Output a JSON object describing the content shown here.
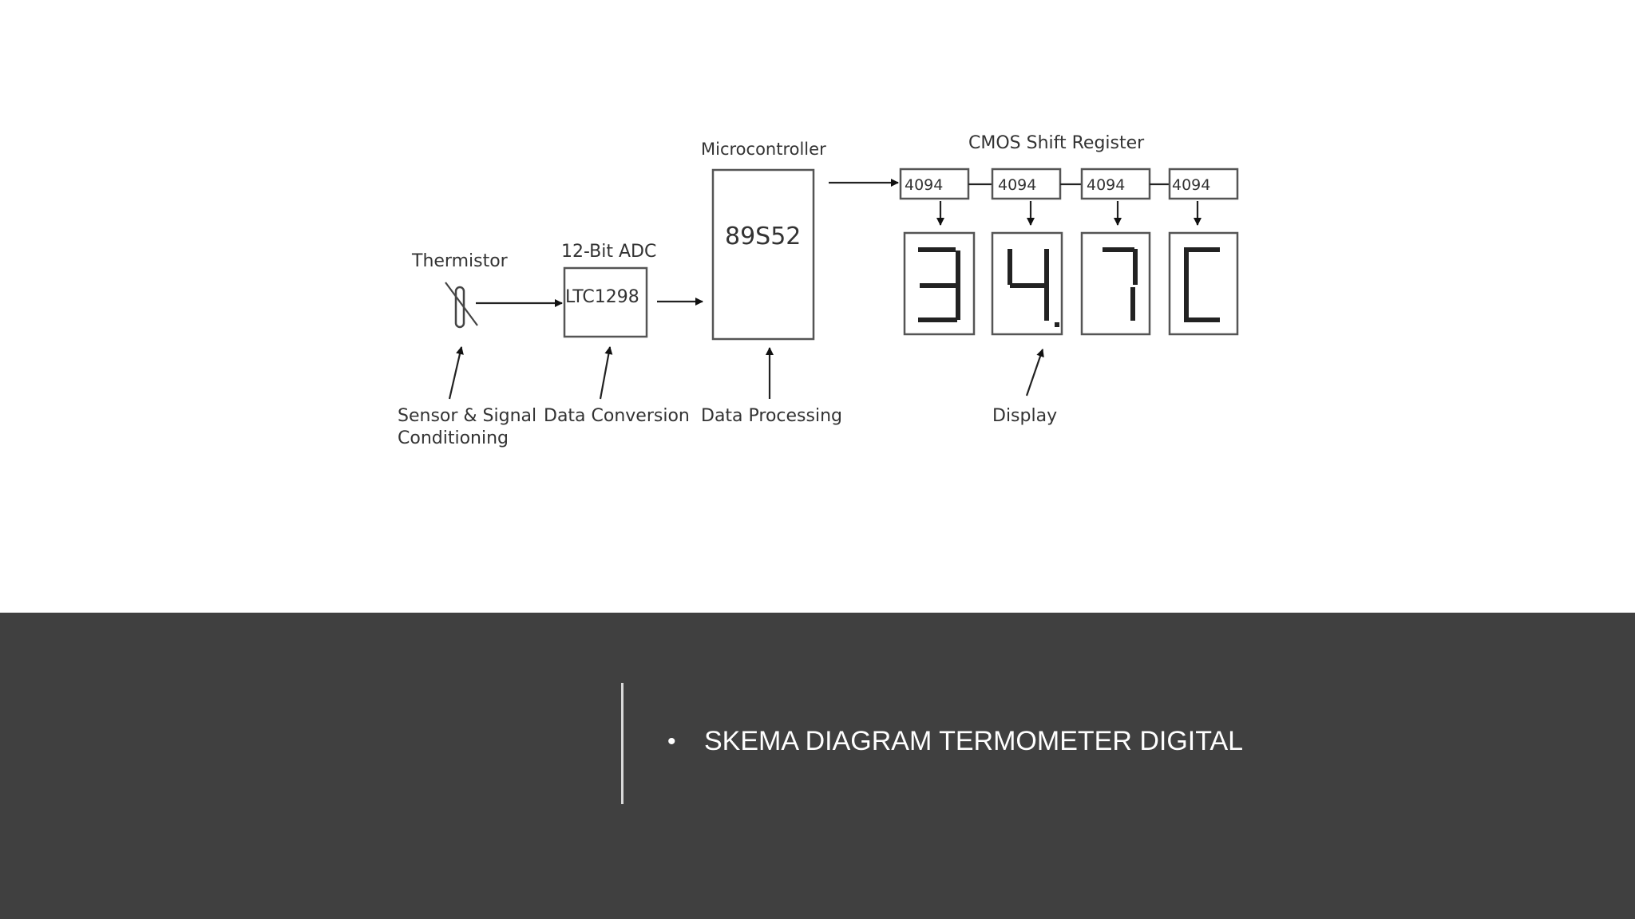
{
  "diagram": {
    "labels": {
      "thermistor": "Thermistor",
      "adc_title": "12-Bit ADC",
      "adc_chip": "LTC1298",
      "mcu_title": "Microcontroller",
      "mcu_chip": "89S52",
      "shift_title": "CMOS Shift Register",
      "sensor_line1": "Sensor & Signal",
      "sensor_line2": "Conditioning",
      "data_conversion": "Data Conversion",
      "data_processing": "Data Processing",
      "display": "Display"
    },
    "shift_registers": [
      "4094",
      "4094",
      "4094",
      "4094"
    ],
    "display_digits": [
      "3",
      "4.",
      "7",
      "C"
    ]
  },
  "slide": {
    "bullet": "SKEMA DIAGRAM TERMOMETER DIGITAL"
  }
}
